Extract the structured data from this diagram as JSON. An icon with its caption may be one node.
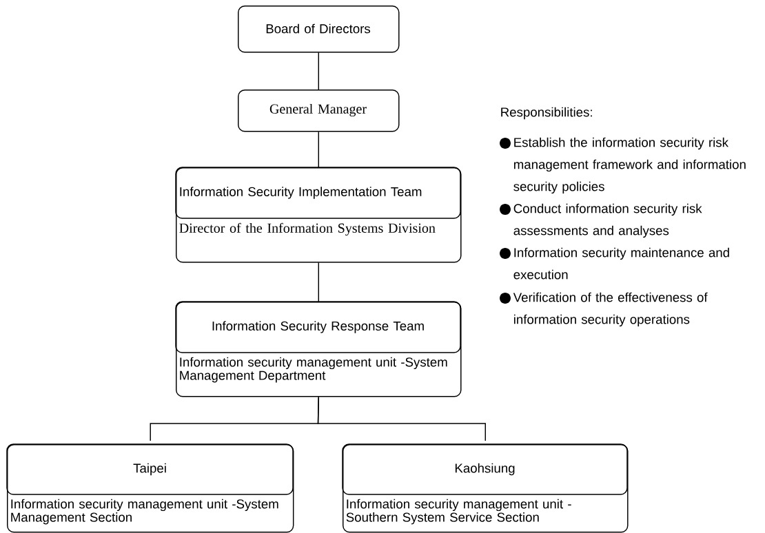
{
  "diagram": {
    "nodes": [
      {
        "text": [
          "Board of Directors"
        ]
      },
      {
        "text": [
          "General Manager"
        ]
      },
      {
        "text": [
          "Information Security Implementation Team",
          "Director of the Information Systems Division"
        ]
      },
      {
        "text": [
          "Information Security Response Team",
          "Information security management unit -System Management Department"
        ]
      },
      {
        "text": [
          "Taipei",
          "Information security management unit -System Management Section"
        ]
      },
      {
        "text": [
          "Kaohsiung",
          "Information security management unit -Southern System Service Section"
        ]
      }
    ],
    "edges": [
      {
        "from": 0,
        "to": 1,
        "arrow": "none"
      },
      {
        "from": 1,
        "to": 2,
        "arrow": "none"
      },
      {
        "from": 2,
        "to": 3,
        "arrow": "none"
      },
      {
        "from": 3,
        "to": 4,
        "arrow": "none"
      },
      {
        "from": 3,
        "to": 5,
        "arrow": "none"
      }
    ],
    "labels": [
      "Responsibilities:",
      "Establish the information security risk management framework and information security policies",
      "Conduct information security risk assessments and analyses",
      "Information security maintenance and execution",
      "Verification of the effectiveness of information security operations"
    ]
  }
}
